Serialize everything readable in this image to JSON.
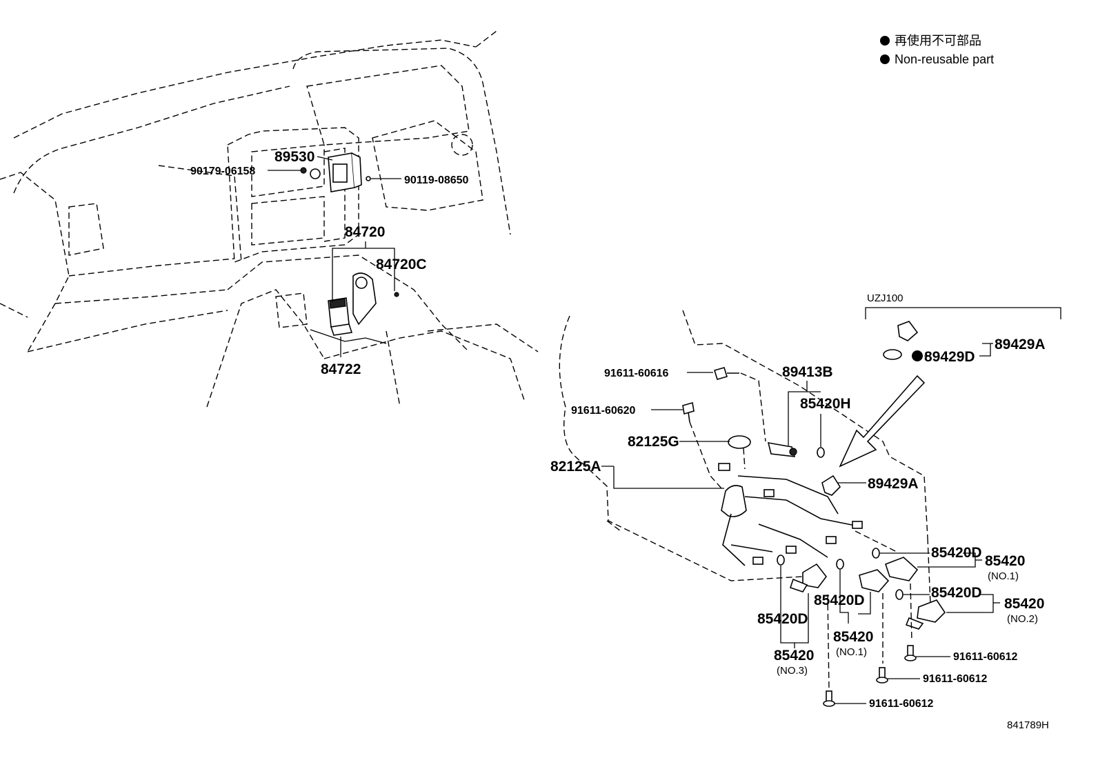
{
  "legend": {
    "line_jp": "再使用不可部品",
    "line_en": "Non-reusable part"
  },
  "variant_label": "UZJ100",
  "diagram_id": "841789H",
  "callouts": {
    "p89530": "89530",
    "p90179_06158": "90179-06158",
    "p90119_08650": "90119-08650",
    "p84720": "84720",
    "p84720C": "84720C",
    "p84722": "84722",
    "p91611_60616": "91611-60616",
    "p91611_60620": "91611-60620",
    "p89413B": "89413B",
    "p85420H": "85420H",
    "p82125G": "82125G",
    "p82125A": "82125A",
    "p89429A_top": "89429A",
    "p89429D": "89429D",
    "p89429A_mid": "89429A",
    "p85420D_a": "85420D",
    "p85420_a": "85420",
    "p85420_a_sub": "(NO.1)",
    "p85420D_b": "85420D",
    "p85420_b": "85420",
    "p85420_b_sub": "(NO.2)",
    "p85420D_c": "85420D",
    "p85420_c": "85420",
    "p85420_c_sub": "(NO.1)",
    "p85420D_d": "85420D",
    "p85420_d": "85420",
    "p85420_d_sub": "(NO.3)",
    "p91611_60612_a": "91611-60612",
    "p91611_60612_b": "91611-60612",
    "p91611_60612_c": "91611-60612"
  },
  "colors": {
    "ink": "#000000",
    "paper": "#ffffff"
  }
}
